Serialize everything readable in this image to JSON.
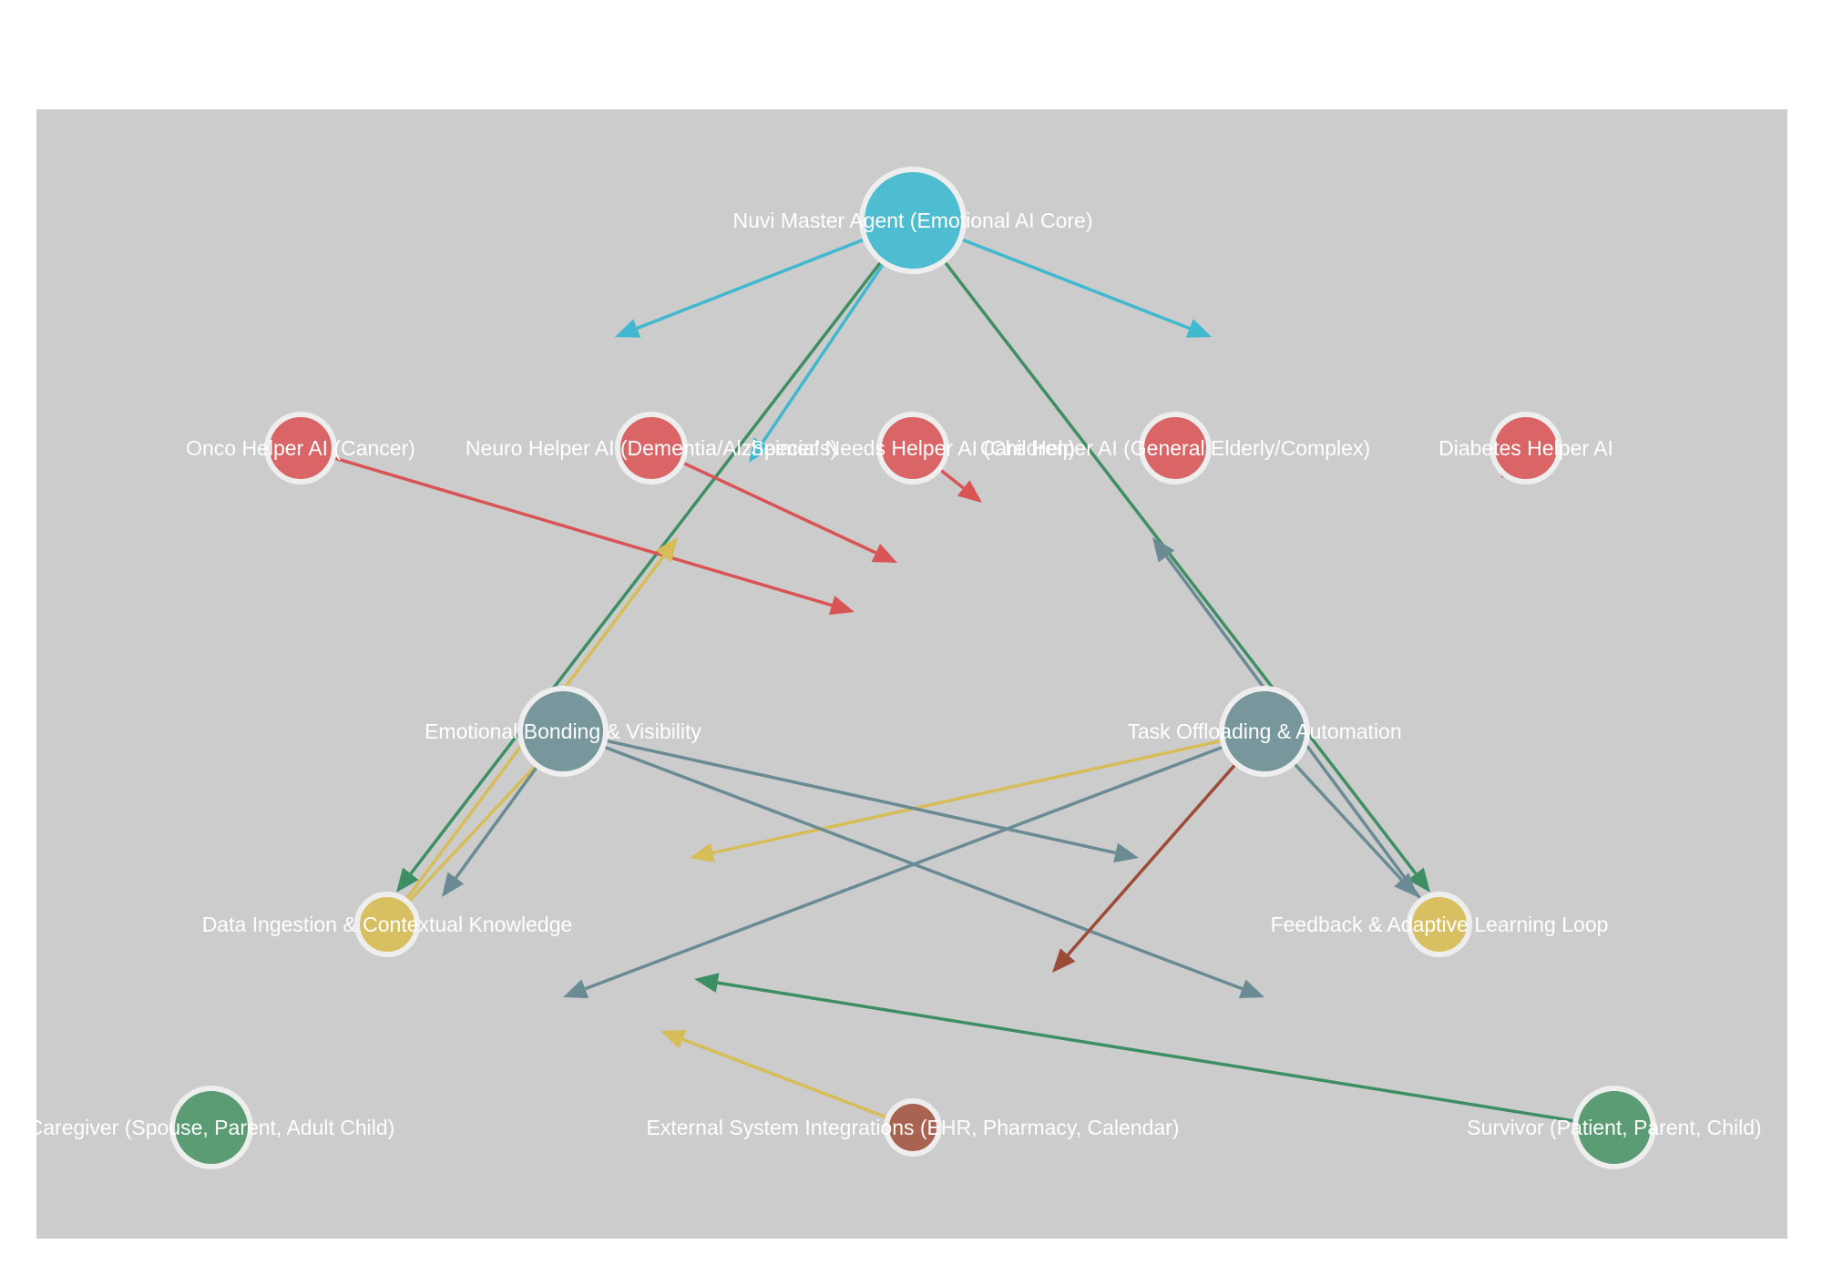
{
  "colors": {
    "background": "#cccccc",
    "node_stroke": "#eeeeee",
    "label": "#ffffff",
    "master": "#4fbdd1",
    "helper": "#d96566",
    "pillar": "#77979c",
    "process": "#d8c062",
    "user": "#5b9c74",
    "external": "#a96351",
    "edge_teal": "#40b8cf",
    "edge_red": "#d95455",
    "edge_green": "#3d8f63",
    "edge_slate": "#6a8b94",
    "edge_yellow": "#d6bd58",
    "edge_brown": "#9b4b36"
  },
  "nodes": [
    {
      "id": "master",
      "label": "Nuvi Master Agent (Emotional AI Core)",
      "group": "master"
    },
    {
      "id": "onco",
      "label": "Onco Helper AI (Cancer)",
      "group": "helper"
    },
    {
      "id": "neuro",
      "label": "Neuro Helper AI (Dementia/Alzheimer's)",
      "group": "helper"
    },
    {
      "id": "special",
      "label": "Special Needs Helper AI (Children)",
      "group": "helper"
    },
    {
      "id": "care",
      "label": "Care Helper AI (General Elderly/Complex)",
      "group": "helper"
    },
    {
      "id": "diabetes",
      "label": "Diabetes Helper AI",
      "group": "helper"
    },
    {
      "id": "emotional",
      "label": "Emotional Bonding & Visibility",
      "group": "pillar"
    },
    {
      "id": "task",
      "label": "Task Offloading & Automation",
      "group": "pillar"
    },
    {
      "id": "data",
      "label": "Data Ingestion & Contextual Knowledge",
      "group": "process"
    },
    {
      "id": "feedback",
      "label": "Feedback & Adaptive Learning Loop",
      "group": "process"
    },
    {
      "id": "caregiver",
      "label": "Caregiver (Spouse, Parent, Adult Child)",
      "group": "user"
    },
    {
      "id": "external",
      "label": "External System Integrations (EHR, Pharmacy, Calendar)",
      "group": "external"
    },
    {
      "id": "survivor",
      "label": "Survivor (Patient, Parent, Child)",
      "group": "user"
    }
  ],
  "edges": [
    {
      "from": "master",
      "to": "neuro",
      "color": "edge_teal"
    },
    {
      "from": "master",
      "to": "care",
      "color": "edge_teal"
    },
    {
      "from": "master",
      "to": "special",
      "color": "edge_teal"
    },
    {
      "from": "master",
      "to": "data",
      "color": "edge_green"
    },
    {
      "from": "master",
      "to": "feedback",
      "color": "edge_green"
    },
    {
      "from": "onco",
      "to": "emotional",
      "color": "edge_red"
    },
    {
      "from": "neuro",
      "to": "emotional",
      "color": "edge_red"
    },
    {
      "from": "special",
      "to": "emotional",
      "color": "edge_red"
    },
    {
      "from": "diabetes",
      "to": "feedback",
      "color": "edge_red"
    },
    {
      "from": "data",
      "to": "neuro",
      "color": "edge_yellow"
    },
    {
      "from": "data",
      "to": "emotional",
      "color": "edge_yellow"
    },
    {
      "from": "task",
      "to": "data",
      "color": "edge_yellow"
    },
    {
      "from": "feedback",
      "to": "care",
      "color": "edge_slate"
    },
    {
      "from": "emotional",
      "to": "data",
      "color": "edge_slate"
    },
    {
      "from": "emotional",
      "to": "task",
      "color": "edge_slate"
    },
    {
      "from": "emotional",
      "to": "feedback",
      "color": "edge_slate"
    },
    {
      "from": "task",
      "to": "feedback",
      "color": "edge_slate"
    },
    {
      "from": "task",
      "to": "caregiver",
      "color": "edge_slate"
    },
    {
      "from": "task",
      "to": "external",
      "color": "edge_brown"
    },
    {
      "from": "survivor",
      "to": "emotional",
      "color": "edge_green"
    },
    {
      "from": "external",
      "to": "data",
      "color": "edge_yellow"
    }
  ]
}
